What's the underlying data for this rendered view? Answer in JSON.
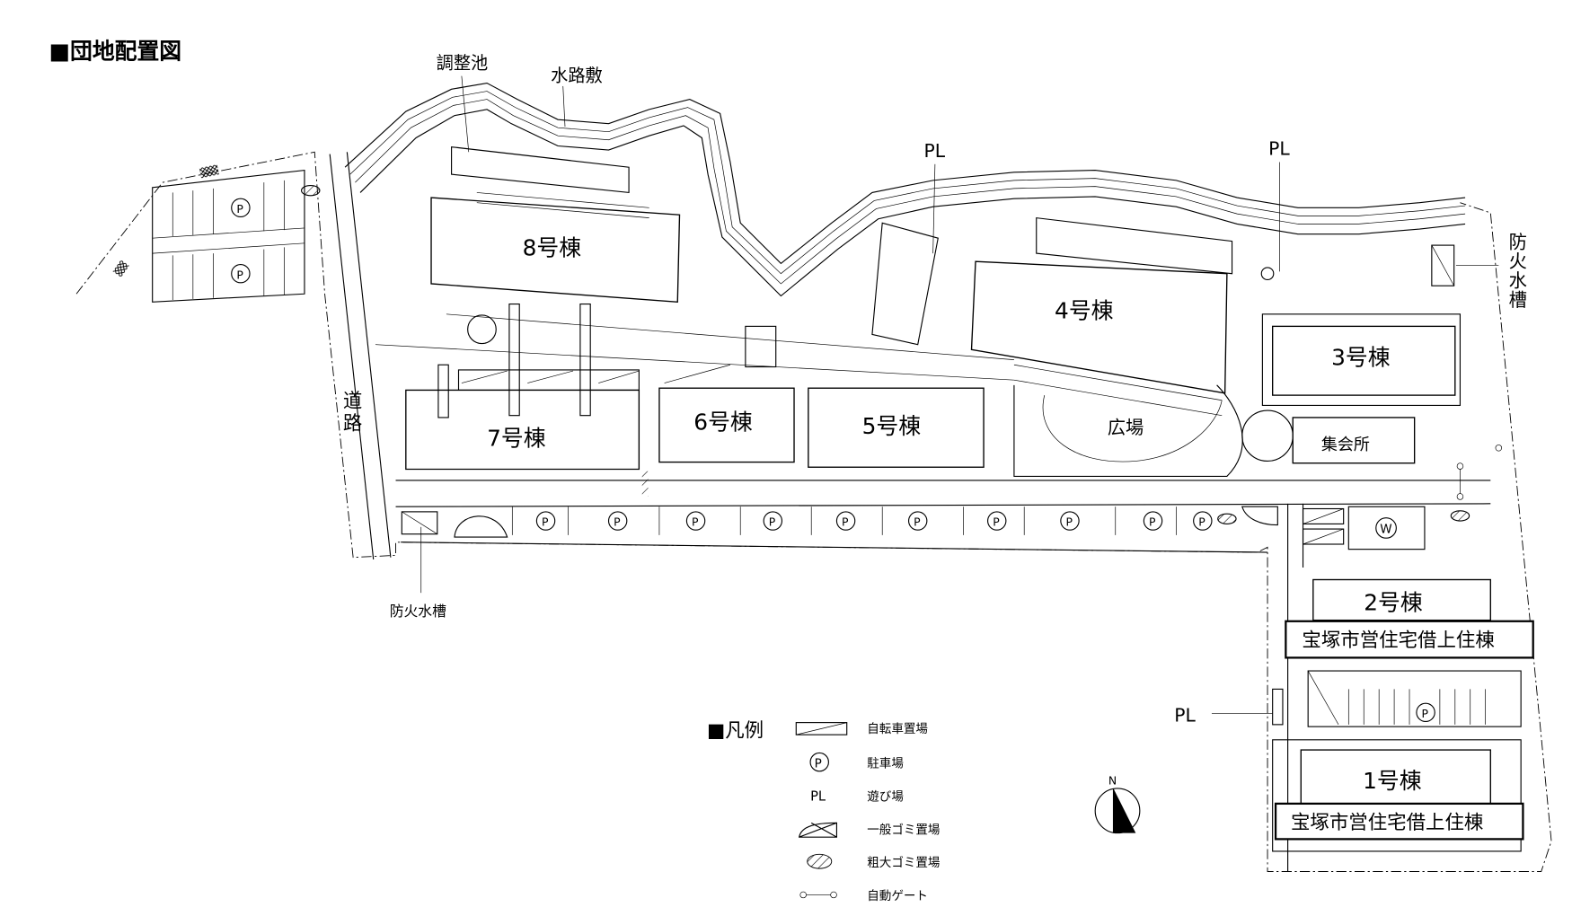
{
  "title": "■団地配置図",
  "labels": {
    "pond": "調整池",
    "waterway": "水路敷",
    "road": [
      "道",
      "路"
    ],
    "fire_tank_bottom": "防火水槽",
    "fire_tank_right": [
      "防",
      "火",
      "水",
      "槽"
    ],
    "plaza": "広場",
    "meeting_hall": "集会所",
    "pl": "PL",
    "water": "W",
    "parking": "P",
    "north": "N"
  },
  "buildings": [
    {
      "name": "8号棟"
    },
    {
      "name": "7号棟"
    },
    {
      "name": "6号棟"
    },
    {
      "name": "5号棟"
    },
    {
      "name": "4号棟"
    },
    {
      "name": "3号棟"
    },
    {
      "name": "2号棟",
      "note": "宝塚市営住宅借上住棟"
    },
    {
      "name": "1号棟",
      "note": "宝塚市営住宅借上住棟"
    }
  ],
  "legend": {
    "title": "■凡例",
    "items": [
      {
        "symbol": "bicycle-parking",
        "label": "自転車置場"
      },
      {
        "symbol": "P",
        "label": "駐車場"
      },
      {
        "symbol": "PL",
        "label": "遊び場"
      },
      {
        "symbol": "general-garbage",
        "label": "一般ゴミ置場"
      },
      {
        "symbol": "bulky-garbage",
        "label": "粗大ゴミ置場"
      },
      {
        "symbol": "auto-gate",
        "label": "自動ゲート"
      }
    ]
  }
}
